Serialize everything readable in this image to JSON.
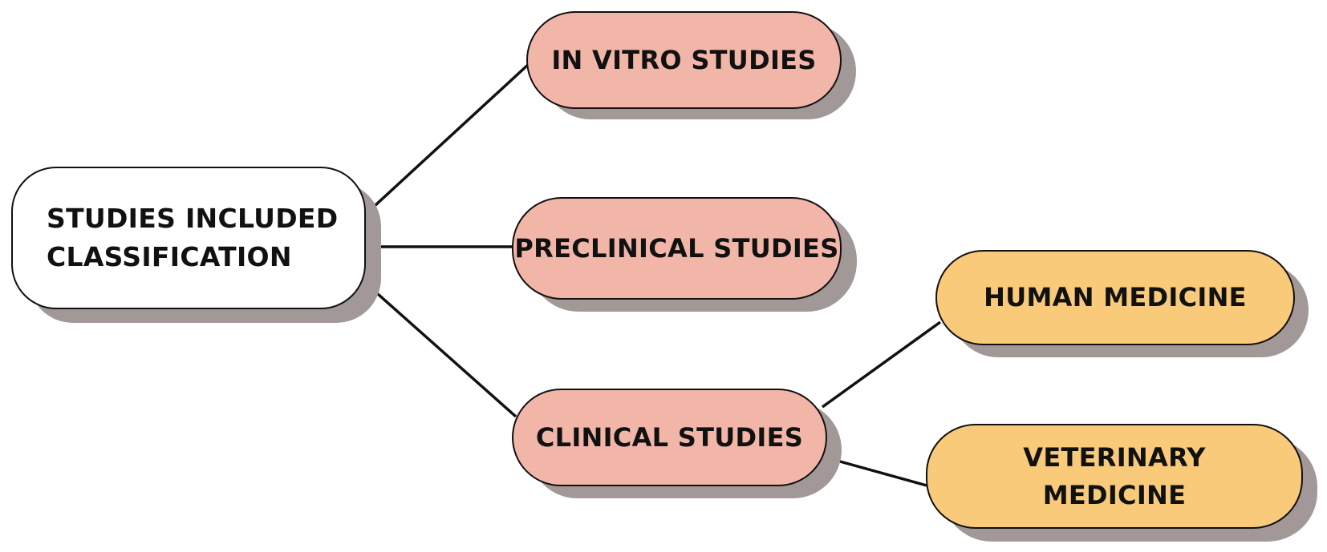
{
  "diagram": {
    "type": "tree",
    "colors": {
      "root_fill": "#ffffff",
      "level1_fill": "#f2b6a9",
      "level2_fill": "#f8ca79",
      "shadow": "#a29898",
      "outline": "#111111"
    },
    "root": {
      "line1": "STUDIES INCLUDED",
      "line2": "CLASSIFICATION"
    },
    "categories": {
      "in_vitro": "IN VITRO STUDIES",
      "preclinical": "PRECLINICAL STUDIES",
      "clinical": "CLINICAL STUDIES"
    },
    "clinical_subcategories": {
      "human": "HUMAN MEDICINE",
      "veterinary_line1": "VETERINARY",
      "veterinary_line2": "MEDICINE"
    },
    "edges": [
      [
        "STUDIES INCLUDED CLASSIFICATION",
        "IN VITRO STUDIES"
      ],
      [
        "STUDIES INCLUDED CLASSIFICATION",
        "PRECLINICAL STUDIES"
      ],
      [
        "STUDIES INCLUDED CLASSIFICATION",
        "CLINICAL STUDIES"
      ],
      [
        "CLINICAL STUDIES",
        "HUMAN MEDICINE"
      ],
      [
        "CLINICAL STUDIES",
        "VETERINARY MEDICINE"
      ]
    ]
  }
}
